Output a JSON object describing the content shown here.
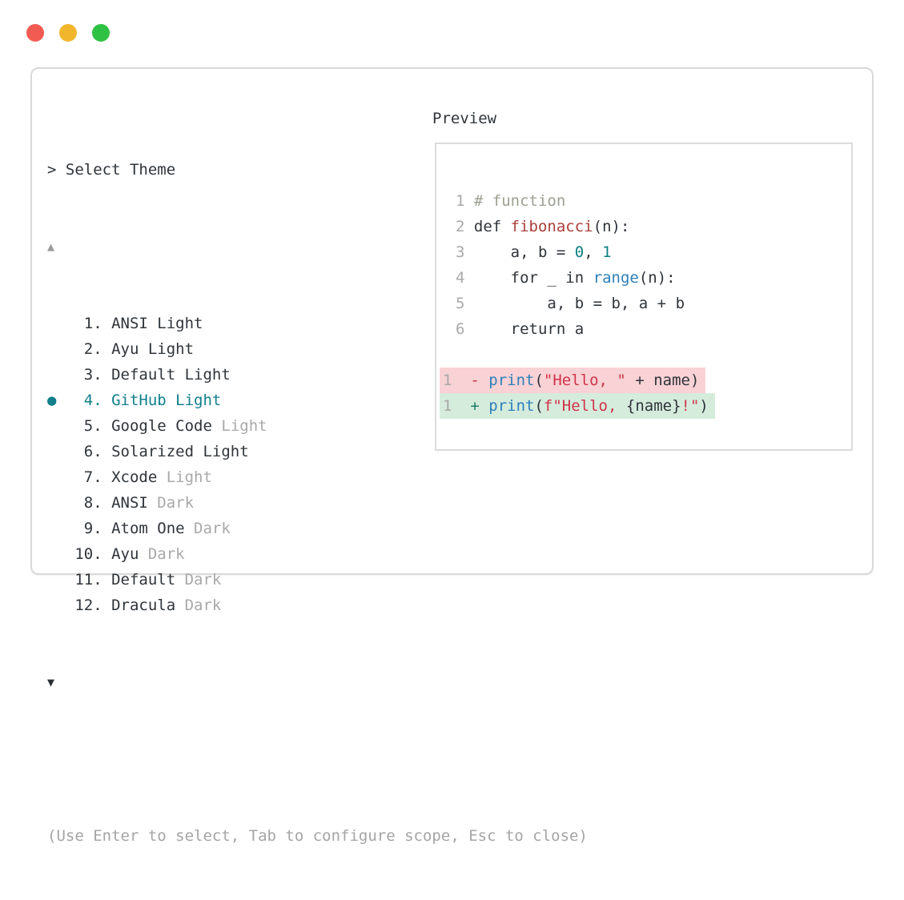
{
  "window": {
    "controls": [
      {
        "name": "close",
        "color": "#f15b51"
      },
      {
        "name": "minimize",
        "color": "#f2b62d"
      },
      {
        "name": "zoom",
        "color": "#2fc144"
      }
    ]
  },
  "palette": {
    "header_text": "> Select Theme",
    "scroll_up_indicator": "▲",
    "scroll_down_indicator": "▼",
    "selected_marker": "●",
    "items": [
      {
        "number": 1,
        "name": "ANSI",
        "variant": "Light",
        "variant_muted": false,
        "selected": false
      },
      {
        "number": 2,
        "name": "Ayu",
        "variant": "Light",
        "variant_muted": false,
        "selected": false
      },
      {
        "number": 3,
        "name": "Default",
        "variant": "Light",
        "variant_muted": false,
        "selected": false
      },
      {
        "number": 4,
        "name": "GitHub",
        "variant": "Light",
        "variant_muted": false,
        "selected": true
      },
      {
        "number": 5,
        "name": "Google Code",
        "variant": "Light",
        "variant_muted": true,
        "selected": false
      },
      {
        "number": 6,
        "name": "Solarized",
        "variant": "Light",
        "variant_muted": false,
        "selected": false
      },
      {
        "number": 7,
        "name": "Xcode",
        "variant": "Light",
        "variant_muted": true,
        "selected": false
      },
      {
        "number": 8,
        "name": "ANSI",
        "variant": "Dark",
        "variant_muted": true,
        "selected": false
      },
      {
        "number": 9,
        "name": "Atom One",
        "variant": "Dark",
        "variant_muted": true,
        "selected": false
      },
      {
        "number": 10,
        "name": "Ayu",
        "variant": "Dark",
        "variant_muted": true,
        "selected": false
      },
      {
        "number": 11,
        "name": "Default",
        "variant": "Dark",
        "variant_muted": true,
        "selected": false
      },
      {
        "number": 12,
        "name": "Dracula",
        "variant": "Dark",
        "variant_muted": true,
        "selected": false
      }
    ],
    "footer_hint": "(Use Enter to select, Tab to configure scope, Esc to close)"
  },
  "preview": {
    "label": "Preview",
    "lines": [
      {
        "num": "1",
        "tokens": [
          [
            "# function",
            "comment"
          ]
        ]
      },
      {
        "num": "2",
        "tokens": [
          [
            "def ",
            "plain"
          ],
          [
            "fibonacci",
            "func"
          ],
          [
            "(n):",
            "plain"
          ]
        ]
      },
      {
        "num": "3",
        "tokens": [
          [
            "    a, b = ",
            "plain"
          ],
          [
            "0",
            "number"
          ],
          [
            ", ",
            "plain"
          ],
          [
            "1",
            "number"
          ]
        ]
      },
      {
        "num": "4",
        "tokens": [
          [
            "    for _ in ",
            "plain"
          ],
          [
            "range",
            "builtin"
          ],
          [
            "(n):",
            "plain"
          ]
        ]
      },
      {
        "num": "5",
        "tokens": [
          [
            "        a, b = b, a + b",
            "plain"
          ]
        ]
      },
      {
        "num": "6",
        "tokens": [
          [
            "    return a",
            "plain"
          ]
        ]
      },
      {
        "blank": true
      },
      {
        "num": "1",
        "diff": "del",
        "tokens": [
          [
            " ",
            "plain"
          ],
          [
            "-",
            "diff-minus"
          ],
          [
            " ",
            "plain"
          ],
          [
            "print",
            "builtin"
          ],
          [
            "(",
            "plain"
          ],
          [
            "\"Hello, \"",
            "string"
          ],
          [
            " + name)",
            "plain"
          ]
        ]
      },
      {
        "num": "1",
        "diff": "add",
        "tokens": [
          [
            " ",
            "plain"
          ],
          [
            "+",
            "diff-plus"
          ],
          [
            " ",
            "plain"
          ],
          [
            "print",
            "builtin"
          ],
          [
            "(",
            "plain"
          ],
          [
            "f\"Hello, ",
            "string"
          ],
          [
            "{name}",
            "plain"
          ],
          [
            "!\"",
            "string"
          ],
          [
            ")",
            "plain"
          ]
        ]
      }
    ]
  },
  "colors": {
    "accent_teal": "#117f8c",
    "text_dark": "#2f343a",
    "text_muted": "#a9a9a9",
    "comment": "#9ba093",
    "function_name": "#a93f38",
    "builtin_blue": "#2e80b9",
    "number_literal": "#0d7f81",
    "string_red": "#d0344a",
    "diff_del_bg": "#f8d2d5",
    "diff_add_bg": "#d5ecdd",
    "panel_border": "#d9d9d9",
    "preview_border": "#dcdcdc"
  }
}
